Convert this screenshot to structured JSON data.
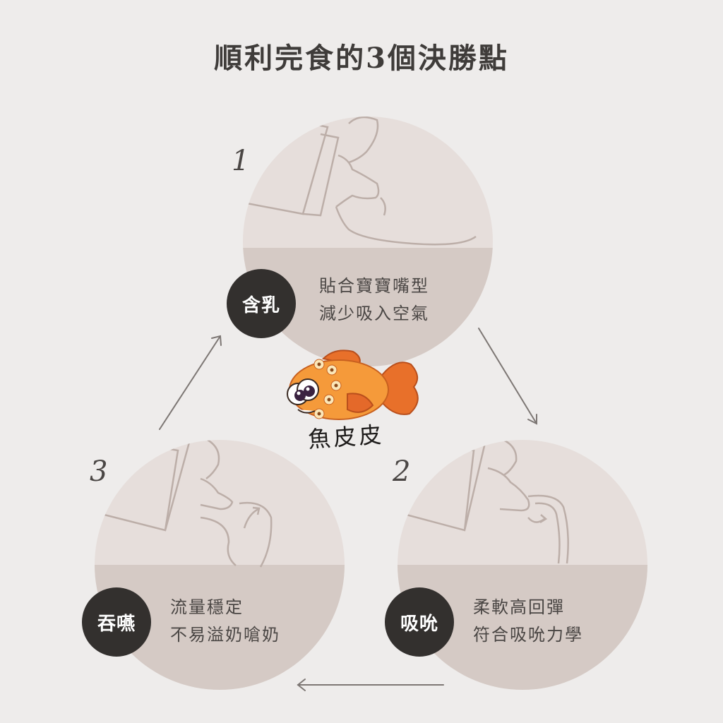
{
  "title": "順利完食的3個決勝點",
  "steps": [
    {
      "number": "1",
      "badge": "含乳",
      "lines": [
        "貼合寶寶嘴型",
        "減少吸入空氣"
      ]
    },
    {
      "number": "2",
      "badge": "吸吮",
      "lines": [
        "柔軟高回彈",
        "符合吸吮力學"
      ]
    },
    {
      "number": "3",
      "badge": "吞嚥",
      "lines": [
        "流量穩定",
        "不易溢奶嗆奶"
      ]
    }
  ],
  "watermark": {
    "text": "魚皮皮",
    "icon": "fish-logo-icon"
  },
  "colors": {
    "background": "#eeeceb",
    "circle_upper": "#e6dedb",
    "circle_lower": "#d5cac5",
    "badge": "#33302e",
    "text": "#4a4644",
    "fish_orange": "#f08a2e"
  }
}
